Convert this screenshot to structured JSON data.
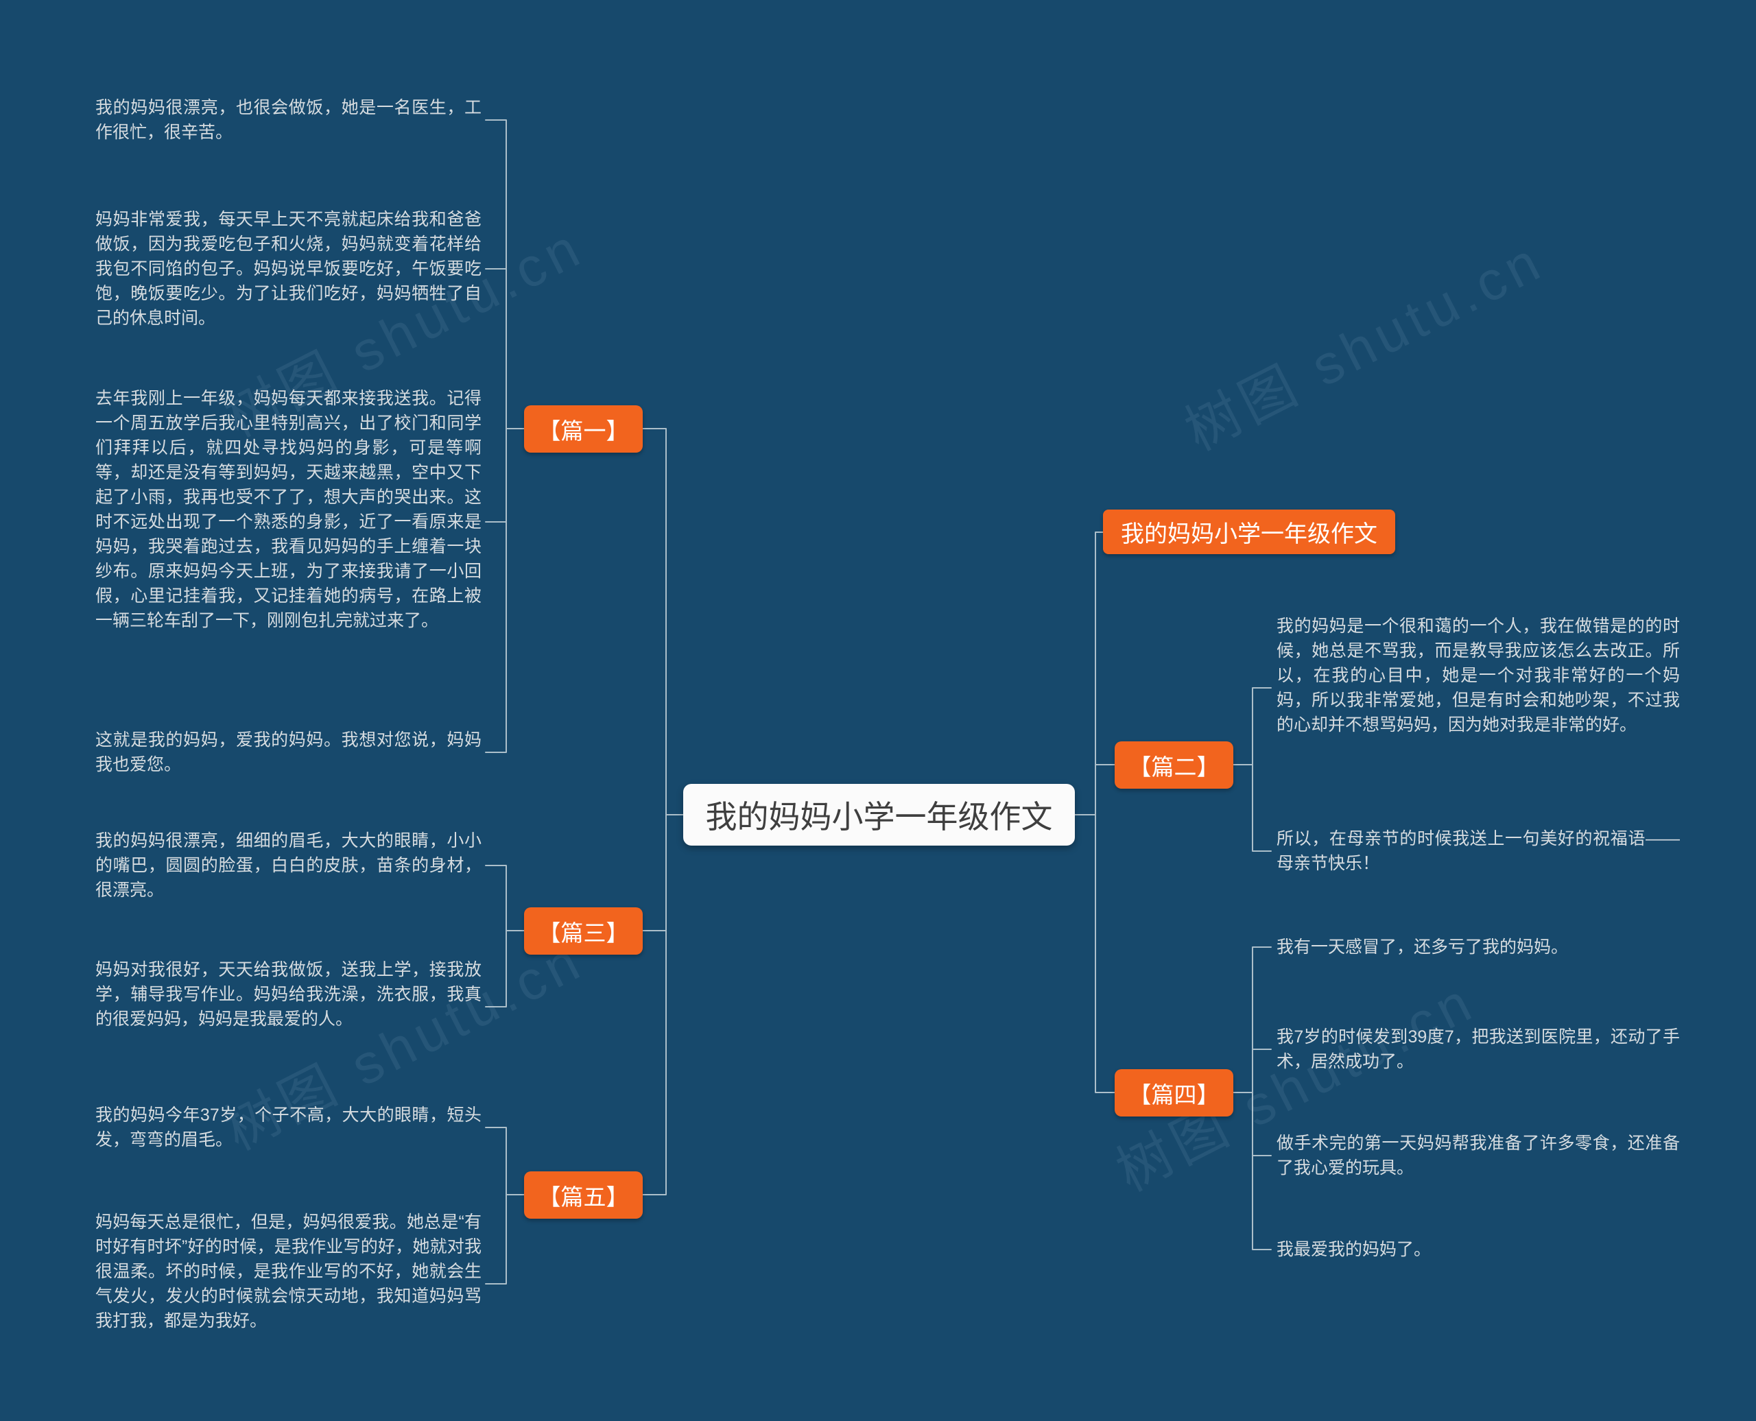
{
  "page": {
    "background_color": "#17496C",
    "accent_color": "#F2641E",
    "watermark_text": "树图 shutu.cn"
  },
  "center": {
    "title": "我的妈妈小学一年级作文"
  },
  "right_header": {
    "title": "我的妈妈小学一年级作文"
  },
  "sections": {
    "pian1": {
      "label": "【篇一】",
      "blocks": [
        "我的妈妈很漂亮，也很会做饭，她是一名医生，工作很忙，很辛苦。",
        "妈妈非常爱我，每天早上天不亮就起床给我和爸爸做饭，因为我爱吃包子和火烧，妈妈就变着花样给我包不同馅的包子。妈妈说早饭要吃好，午饭要吃饱，晚饭要吃少。为了让我们吃好，妈妈牺牲了自己的休息时间。",
        "去年我刚上一年级，妈妈每天都来接我送我。记得一个周五放学后我心里特别高兴，出了校门和同学们拜拜以后，就四处寻找妈妈的身影，可是等啊等，却还是没有等到妈妈，天越来越黑，空中又下起了小雨，我再也受不了了，想大声的哭出来。这时不远处出现了一个熟悉的身影，近了一看原来是妈妈，我哭着跑过去，我看见妈妈的手上缠着一块纱布。原来妈妈今天上班，为了来接我请了一小回假，心里记挂着我，又记挂着她的病号，在路上被一辆三轮车刮了一下，刚刚包扎完就过来了。",
        "这就是我的妈妈，爱我的妈妈。我想对您说，妈妈我也爱您。"
      ]
    },
    "pian2": {
      "label": "【篇二】",
      "blocks": [
        "我的妈妈是一个很和蔼的一个人，我在做错是的的时候，她总是不骂我，而是教导我应该怎么去改正。所以，在我的心目中，她是一个对我非常好的一个妈妈，所以我非常爱她，但是有时会和她吵架，不过我的心却并不想骂妈妈，因为她对我是非常的好。",
        "所以，在母亲节的时候我送上一句美好的祝福语——母亲节快乐！"
      ]
    },
    "pian3": {
      "label": "【篇三】",
      "blocks": [
        "我的妈妈很漂亮，细细的眉毛，大大的眼睛，小小的嘴巴，圆圆的脸蛋，白白的皮肤，苗条的身材，很漂亮。",
        "妈妈对我很好，天天给我做饭，送我上学，接我放学，辅导我写作业。妈妈给我洗澡，洗衣服，我真的很爱妈妈，妈妈是我最爱的人。"
      ]
    },
    "pian4": {
      "label": "【篇四】",
      "blocks": [
        "我有一天感冒了，还多亏了我的妈妈。",
        "我7岁的时候发到39度7，把我送到医院里，还动了手术，居然成功了。",
        "做手术完的第一天妈妈帮我准备了许多零食，还准备了我心爱的玩具。",
        "我最爱我的妈妈了。"
      ]
    },
    "pian5": {
      "label": "【篇五】",
      "blocks": [
        "我的妈妈今年37岁，个子不高，大大的眼睛，短头发，弯弯的眉毛。",
        "妈妈每天总是很忙，但是，妈妈很爱我。她总是“有时好有时坏”好的时候，是我作业写的好，她就对我很温柔。坏的时候，是我作业写的不好，她就会生气发火，发火的时候就会惊天动地，我知道妈妈骂我打我，都是为我好。"
      ]
    }
  }
}
